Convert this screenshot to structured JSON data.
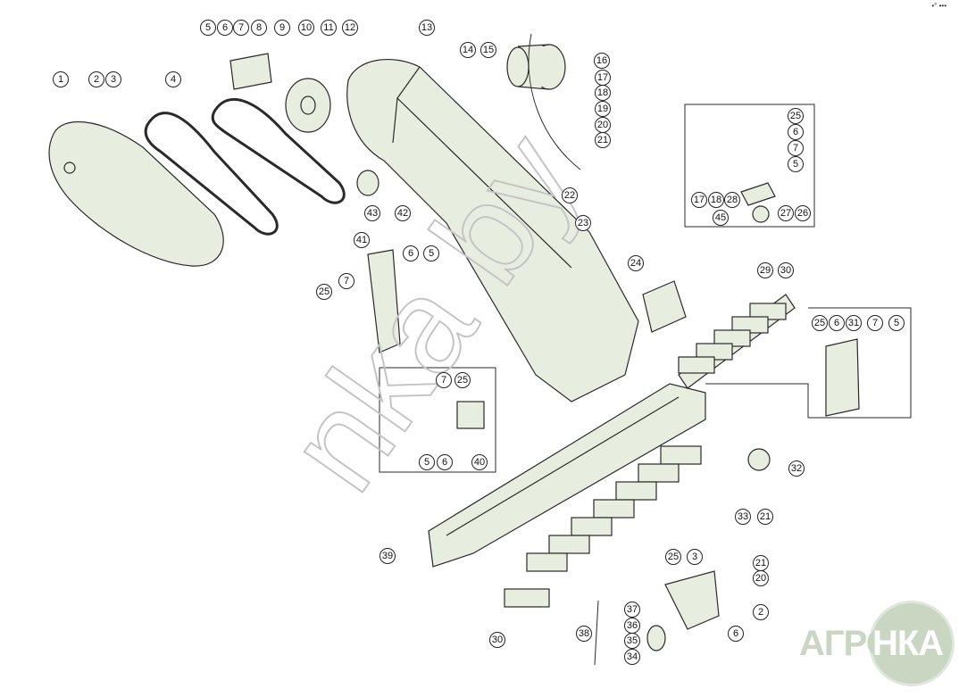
{
  "corner_mark": "•° •••",
  "logo_text": "АГРО",
  "logo_text2": "НКА",
  "watermark": "nka by",
  "callouts": [
    "1",
    "2",
    "3",
    "4",
    "5",
    "6",
    "7",
    "8",
    "9",
    "10",
    "11",
    "12",
    "13",
    "14",
    "15",
    "16",
    "17",
    "18",
    "19",
    "20",
    "21",
    "22",
    "23",
    "24",
    "25",
    "6",
    "7",
    "5",
    "17",
    "18",
    "28",
    "27",
    "26",
    "45",
    "29",
    "30",
    "41",
    "6",
    "5",
    "7",
    "25",
    "43",
    "42",
    "25",
    "6",
    "31",
    "7",
    "5",
    "7",
    "25",
    "5",
    "6",
    "40",
    "32",
    "33",
    "21",
    "39",
    "25",
    "3",
    "21",
    "20",
    "2",
    "6",
    "37",
    "36",
    "38",
    "35",
    "34",
    "30"
  ],
  "colors": {
    "part_fill": "#e8eedf",
    "outline": "#2a2a2a",
    "logo": "#c9d6c2"
  }
}
